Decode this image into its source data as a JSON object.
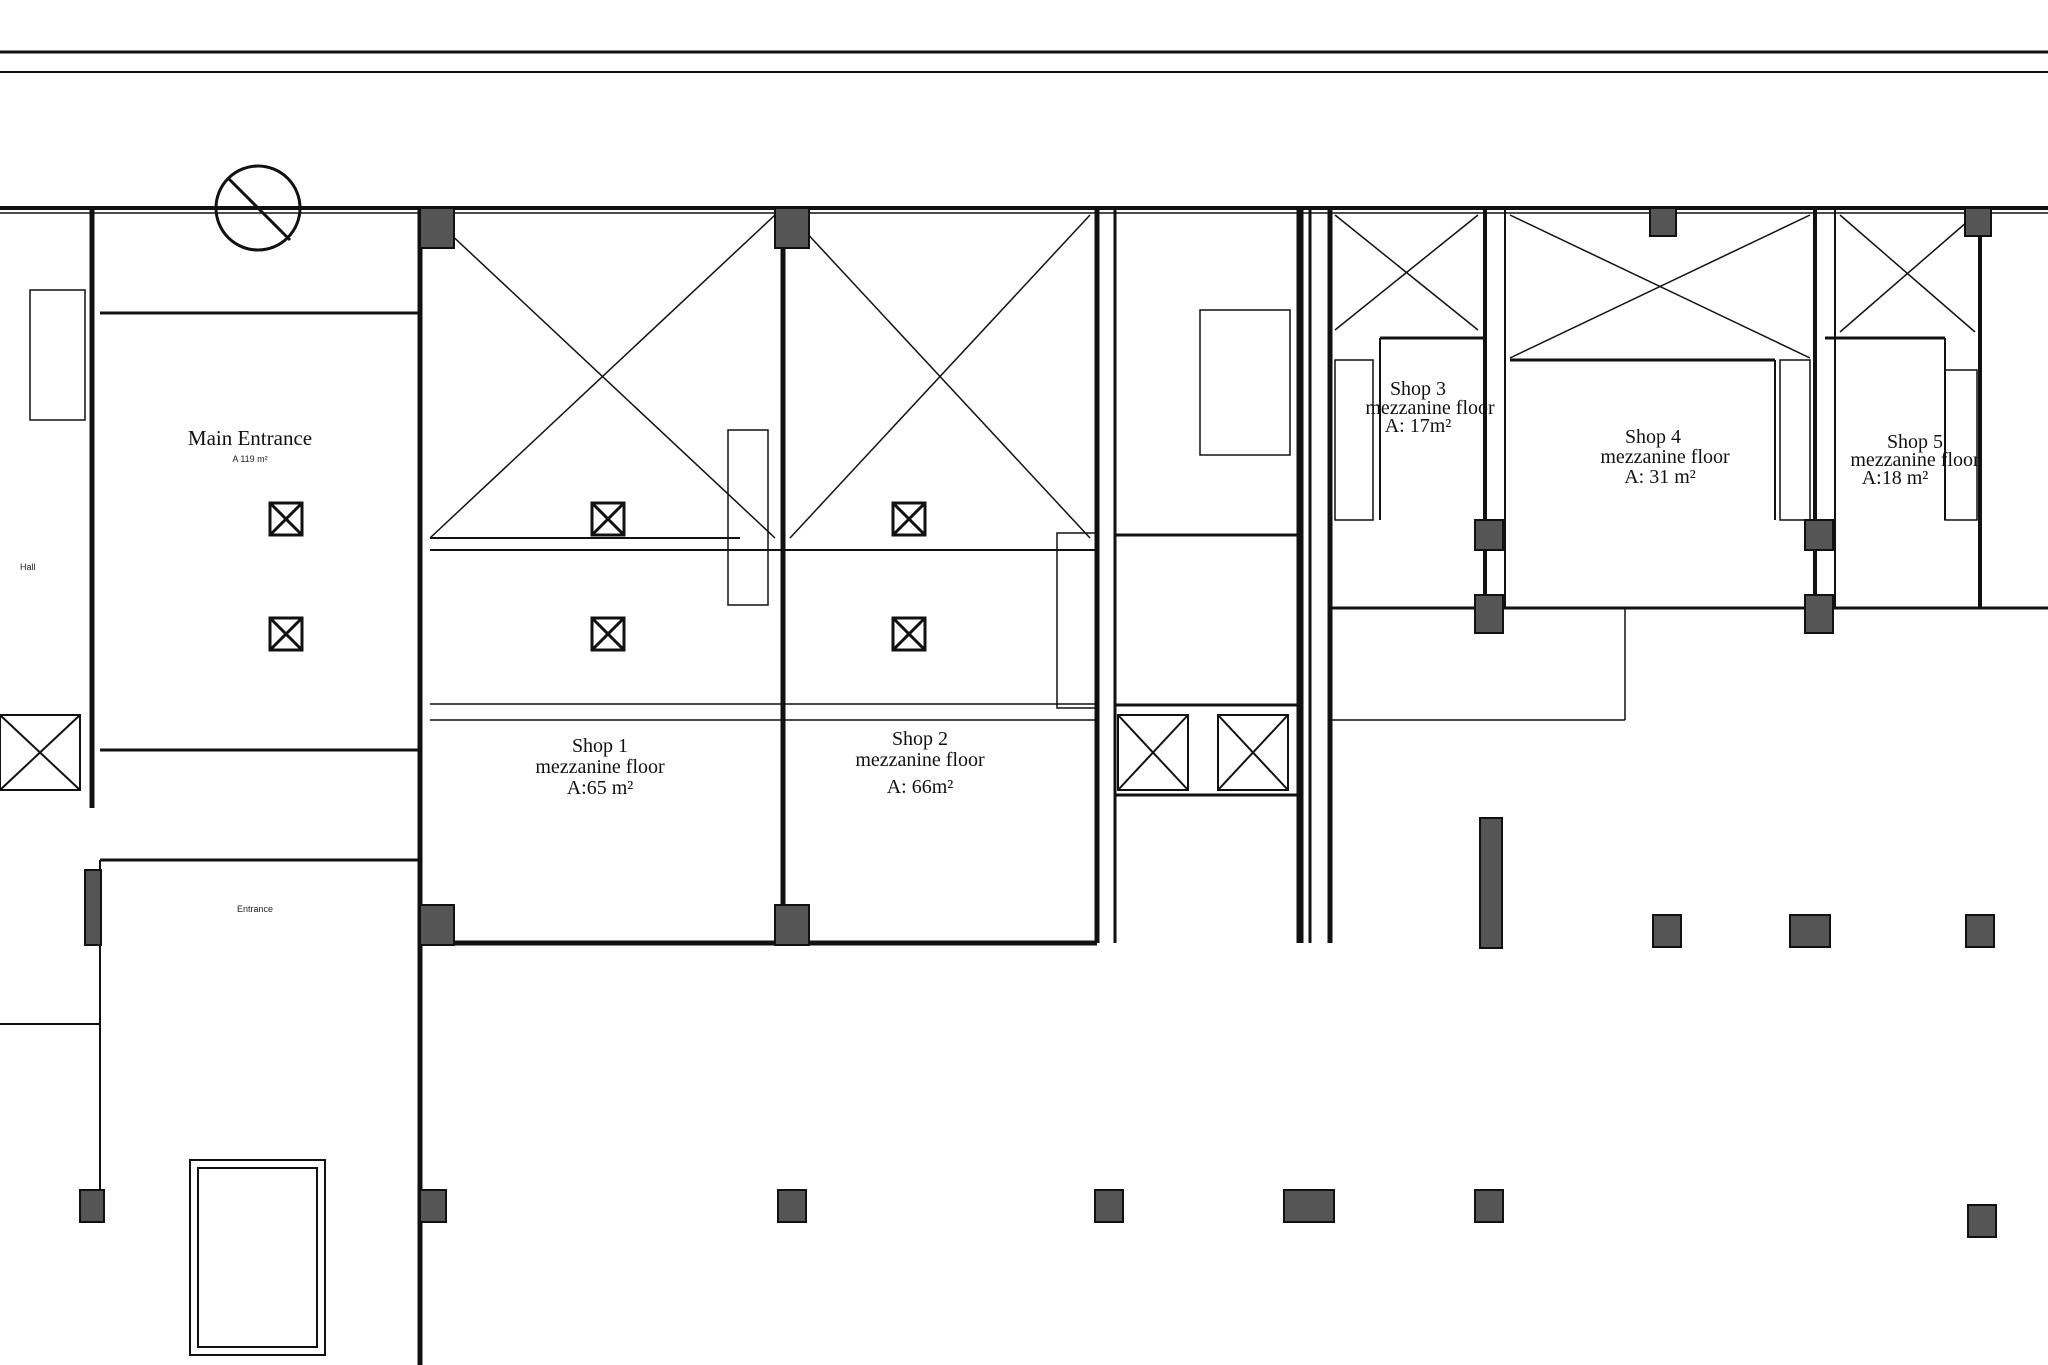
{
  "rooms": {
    "main_entrance": {
      "name": "Main Entrance",
      "area": "A 119 m²"
    },
    "shop1": {
      "name": "Shop 1",
      "floor": "mezzanine floor",
      "area": "A:65 m²"
    },
    "shop2": {
      "name": "Shop 2",
      "floor": "mezzanine floor",
      "area": "A: 66m²"
    },
    "shop3": {
      "name": "Shop 3",
      "floor": "mezzanine floor",
      "area": "A: 17m²"
    },
    "shop4": {
      "name": "Shop 4",
      "floor": "mezzanine floor",
      "area": "A: 31 m²"
    },
    "shop5": {
      "name": "Shop 5",
      "floor": "mezzanine floor",
      "area": "A:18 m²"
    },
    "entrance": {
      "name": "Entrance"
    },
    "left_hall": {
      "name": "Hall"
    }
  },
  "colors": {
    "line": "#111111",
    "column_fill": "#555555",
    "paper": "#ffffff"
  },
  "north_symbol": "north-arrow-icon"
}
